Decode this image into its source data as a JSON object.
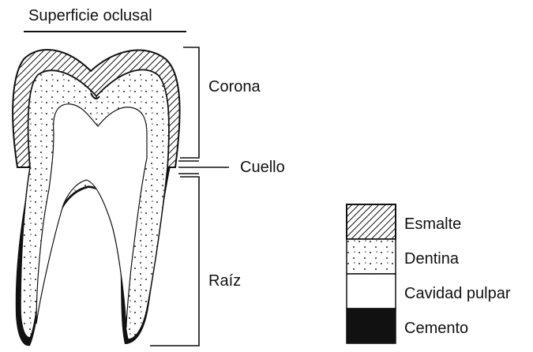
{
  "top_label": "Superficie oclusal",
  "labels": {
    "corona": "Corona",
    "cuello": "Cuello",
    "raiz": "Raíz"
  },
  "legend": [
    {
      "key": "esmalte",
      "label": "Esmalte",
      "pattern": "hatched"
    },
    {
      "key": "dentina",
      "label": "Dentina",
      "pattern": "dotted"
    },
    {
      "key": "pulpa",
      "label": "Cavidad pulpar",
      "pattern": "blank"
    },
    {
      "key": "cemento",
      "label": "Cemento",
      "pattern": "solid"
    }
  ],
  "colors": {
    "ink": "#111111",
    "fill_dentin": "#fbfbfb",
    "fill_pulp": "#ffffff"
  }
}
